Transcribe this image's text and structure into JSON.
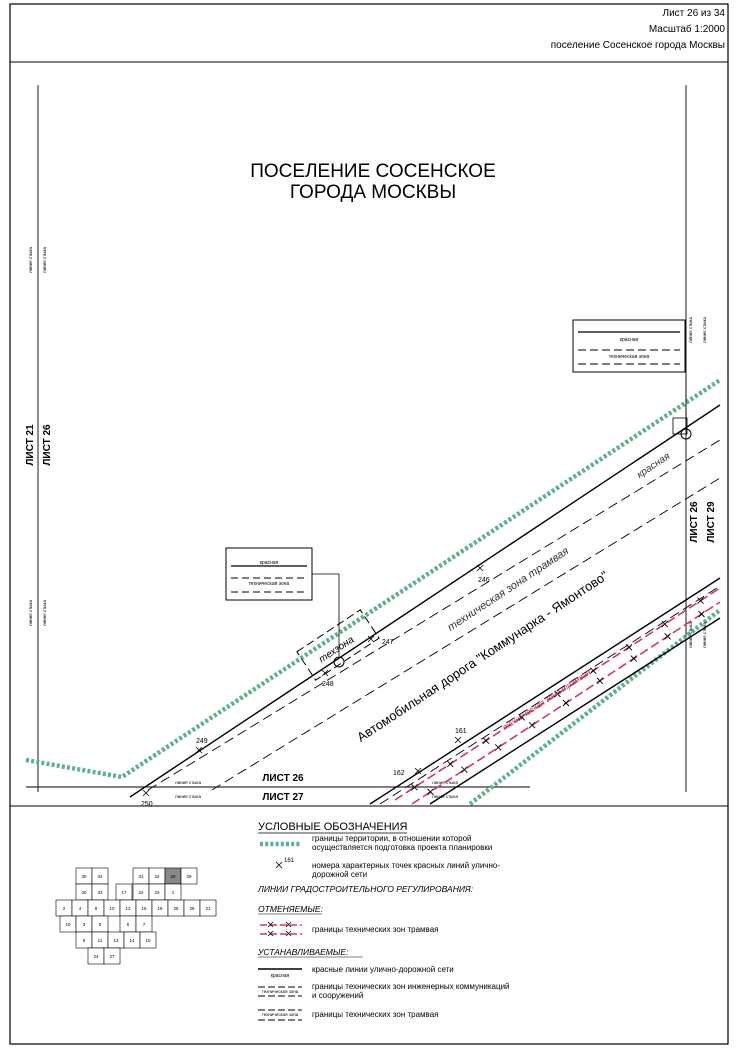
{
  "header": {
    "sheet": "Лист 26 из 34",
    "scale": "Масштаб 1:2000",
    "settlement": "поселение Сосенское города Москвы"
  },
  "map": {
    "title_line1": "ПОСЕЛЕНИЕ СОСЕНСКОЕ",
    "title_line2": "ГОРОДА МОСКВЫ",
    "road_name": "Автомобильная дорога \"Коммунарка - Ямонтово\"",
    "tech_zone_tram": "техническая зона трамвая",
    "tech_zone_tram_cancelled": "техническая зона трамвая",
    "tech_zone_short": "техзона",
    "red_label": "красная",
    "junction_line": "линия стыка",
    "sheet_labels": {
      "left_outer": "ЛИСТ 21",
      "left_inner": "ЛИСТ 26",
      "right_inner": "ЛИСТ 26",
      "right_outer": "ЛИСТ 29",
      "bottom_upper": "ЛИСТ 26",
      "bottom_lower": "ЛИСТ 27"
    },
    "points": [
      "246",
      "247",
      "248",
      "249",
      "250",
      "161",
      "162"
    ],
    "callout_small_text_1": "красная",
    "callout_small_text_2": "техническая зона",
    "colors": {
      "boundary_green": "#5bb389",
      "cancelled_red": "#d23a5a",
      "line_black": "#000000"
    }
  },
  "legend": {
    "title": "УСЛОВНЫЕ ОБОЗНАЧЕНИЯ",
    "boundary": "границы территории, в отношении которой осуществляется подготовка проекта планировки",
    "point_sample": "161",
    "point_desc": "номера характерных точек красных линий улично-дорожной сети",
    "regulation_heading": "ЛИНИИ ГРАДОСТРОИТЕЛЬНОГО РЕГУЛИРОВАНИЯ:",
    "cancelled_heading": "ОТМЕНЯЕМЫЕ:",
    "cancelled_tram": "границы технических зон трамвая",
    "established_heading": "УСТАНАВЛИВАЕМЫЕ:",
    "red_lines": "красные линии улично-дорожной сети",
    "red_sample": "красная",
    "engineering": "границы технических зон инженерных коммуникаций и сооружений",
    "engineering_sample": "техническая зона",
    "tram": "границы технических зон трамвая",
    "tram_sample": "техническая зона"
  },
  "key_map": {
    "cells": [
      "30",
      "34",
      "31",
      "32",
      "26",
      "29",
      "20",
      "33",
      "17",
      "22",
      "23",
      "1",
      "2",
      "4",
      "8",
      "10",
      "12",
      "16",
      "18",
      "25",
      "28",
      "21",
      "19",
      "3",
      "5",
      "6",
      "7",
      "9",
      "11",
      "13",
      "14",
      "15",
      "24",
      "27"
    ],
    "highlighted": "26"
  }
}
